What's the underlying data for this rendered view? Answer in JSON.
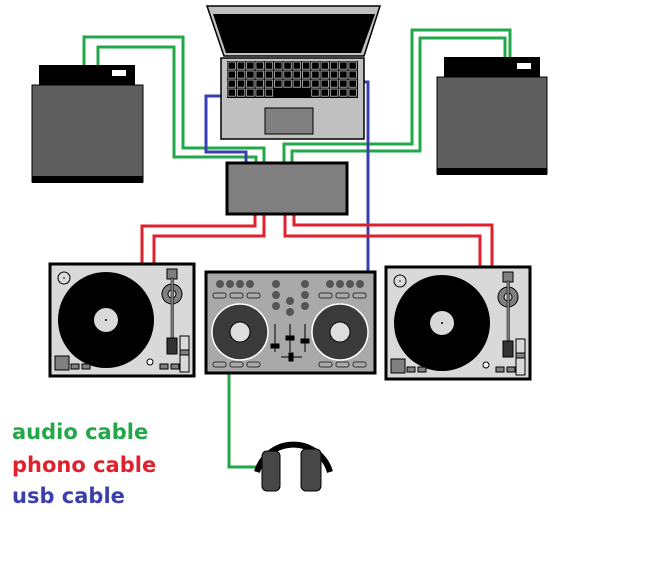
{
  "diagram": {
    "title": "DJ setup wiring",
    "devices": [
      "laptop",
      "speaker-left",
      "speaker-right",
      "audio-interface",
      "turntable-left",
      "turntable-right",
      "dj-controller",
      "headphones"
    ]
  },
  "legend": {
    "items": [
      {
        "label": "audio cable",
        "color": "#22a84a"
      },
      {
        "label": "phono cable",
        "color": "#e0202c"
      },
      {
        "label": "usb cable",
        "color": "#3a3fb0"
      }
    ]
  },
  "colors": {
    "audio": "#22a84a",
    "phono": "#e0202c",
    "usb": "#3a3fb0"
  }
}
